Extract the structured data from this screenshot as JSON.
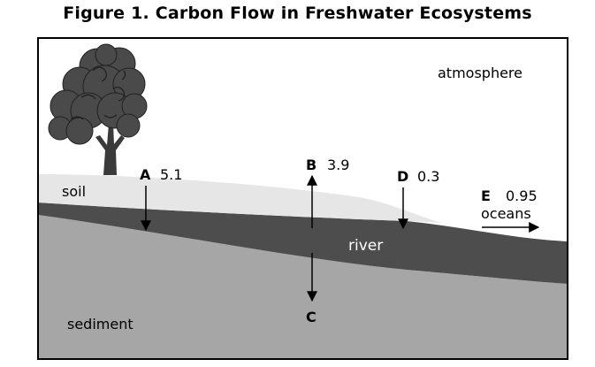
{
  "figure": {
    "title": "Figure 1. Carbon Flow in Freshwater Ecosystems"
  },
  "regions": {
    "atmosphere": "atmosphere",
    "soil": "soil",
    "river": "river",
    "sediment": "sediment",
    "oceans": "oceans"
  },
  "flows": [
    {
      "letter": "A",
      "value": "5.1",
      "direction": "down"
    },
    {
      "letter": "B",
      "value": "3.9",
      "direction": "up"
    },
    {
      "letter": "C",
      "value": "",
      "direction": "down"
    },
    {
      "letter": "D",
      "value": "0.3",
      "direction": "down"
    },
    {
      "letter": "E",
      "value": "0.95",
      "direction": "right"
    }
  ],
  "colors": {
    "soil": "#e6e6e6",
    "river": "#4d4d4d",
    "sediment": "#a6a6a6",
    "tree_canopy": "#4a4a4a",
    "tree_trunk": "#3a3a3a"
  }
}
